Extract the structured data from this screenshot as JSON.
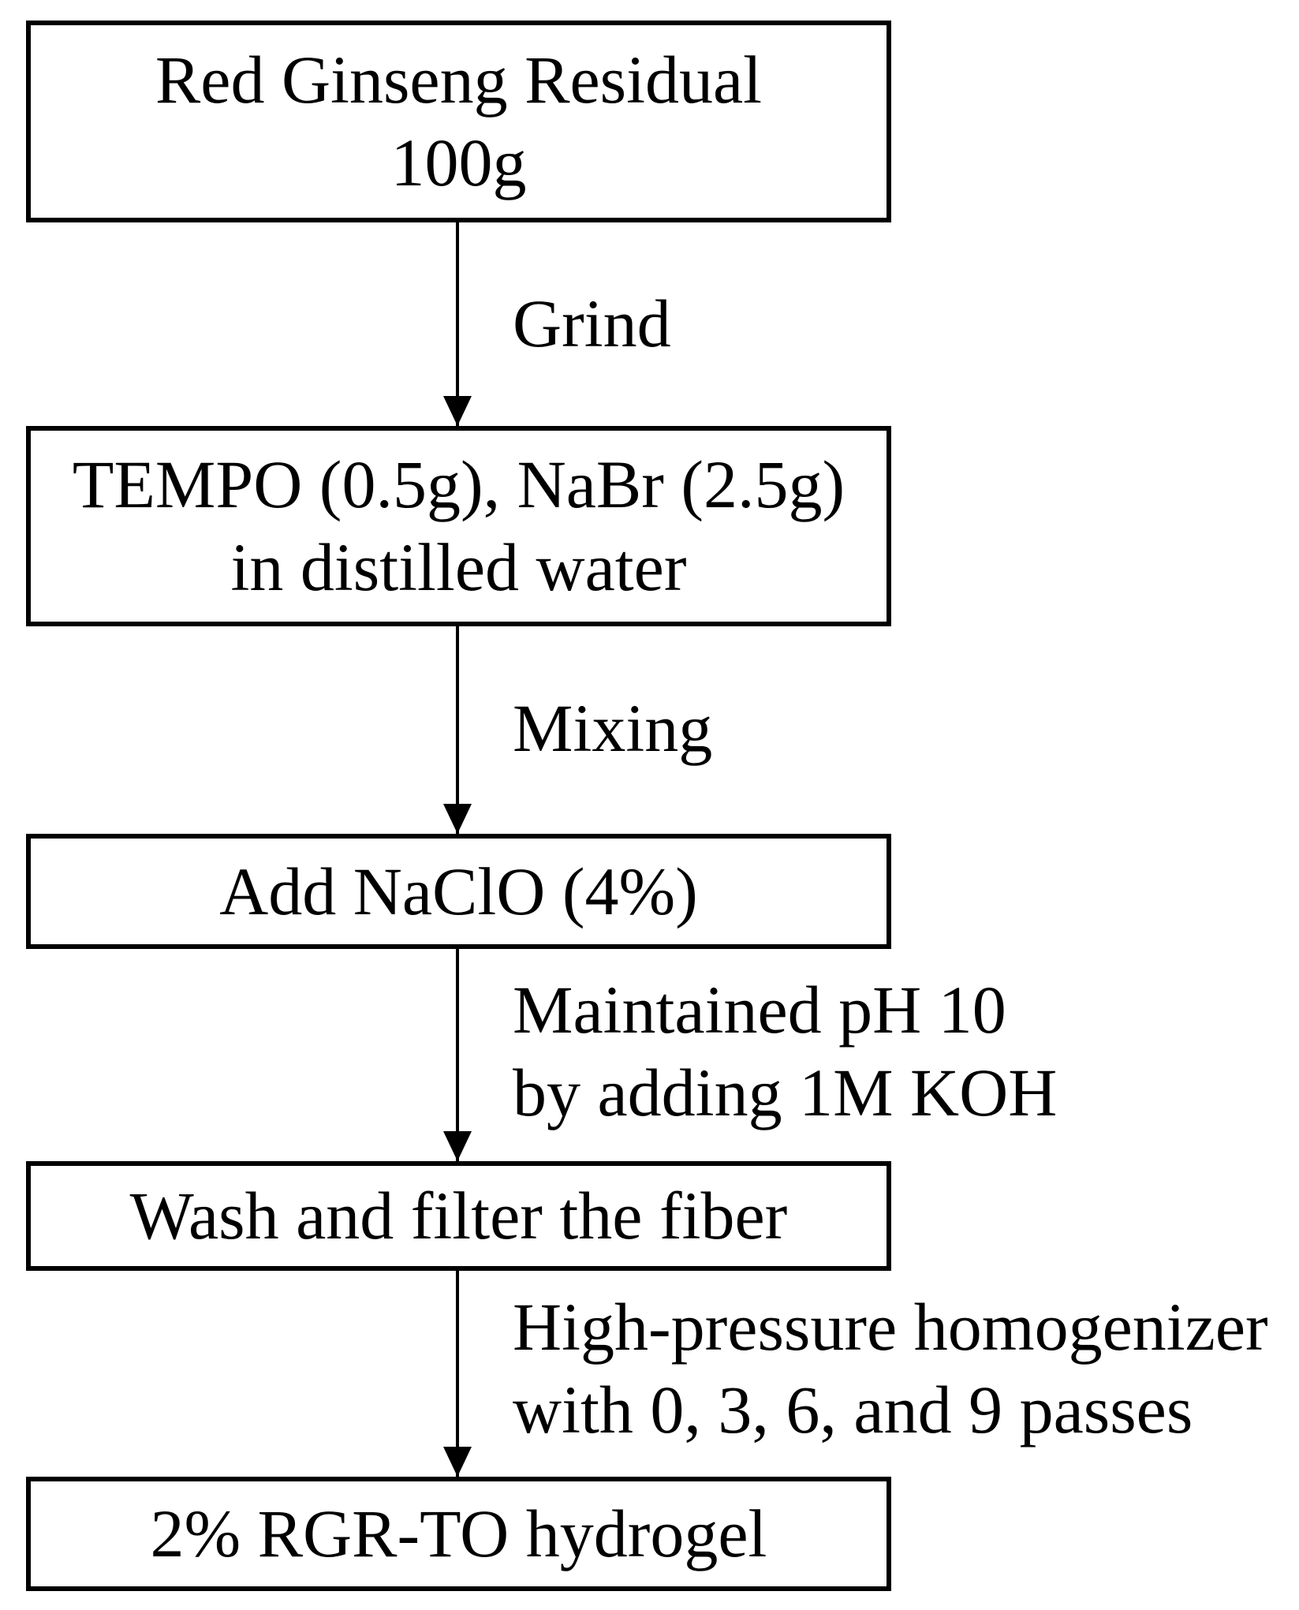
{
  "flowchart": {
    "boxes": [
      {
        "text": "Red Ginseng Residual\n100g"
      },
      {
        "text": "TEMPO (0.5g), NaBr (2.5g)\nin distilled water"
      },
      {
        "text": "Add NaClO (4%)"
      },
      {
        "text": "Wash and filter the fiber"
      },
      {
        "text": "2% RGR-TO hydrogel"
      }
    ],
    "arrow_labels": [
      {
        "text": "Grind"
      },
      {
        "text": "Mixing"
      },
      {
        "text": "Maintained pH 10\nby adding 1M KOH"
      },
      {
        "text": "High-pressure homogenizer\nwith 0, 3, 6, and 9 passes"
      }
    ],
    "colors": {
      "line": "#000000",
      "text": "#000000",
      "background": "#ffffff"
    }
  }
}
